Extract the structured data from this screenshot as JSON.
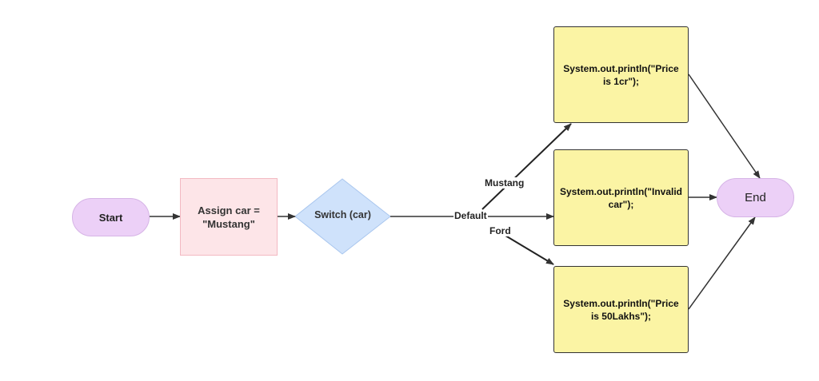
{
  "nodes": {
    "start": "Start",
    "assign": "Assign car =\n\"Mustang\"",
    "switch": "Switch (car)",
    "price_1cr": "System.out.println(\"Price\nis 1cr\");",
    "invalid": "System.out.println(\"Invalid\ncar\");",
    "price_50l": "System.out.println(\"Price\nis 50Lakhs\");",
    "end": "End"
  },
  "edges": {
    "mustang": "Mustang",
    "default": "Default",
    "ford": "Ford"
  },
  "colors": {
    "terminal_fill": "#ecd0f7",
    "assign_fill": "#fde5e8",
    "switch_fill": "#cfe2fb",
    "action_fill": "#fbf4a4",
    "arrow": "#333333"
  }
}
